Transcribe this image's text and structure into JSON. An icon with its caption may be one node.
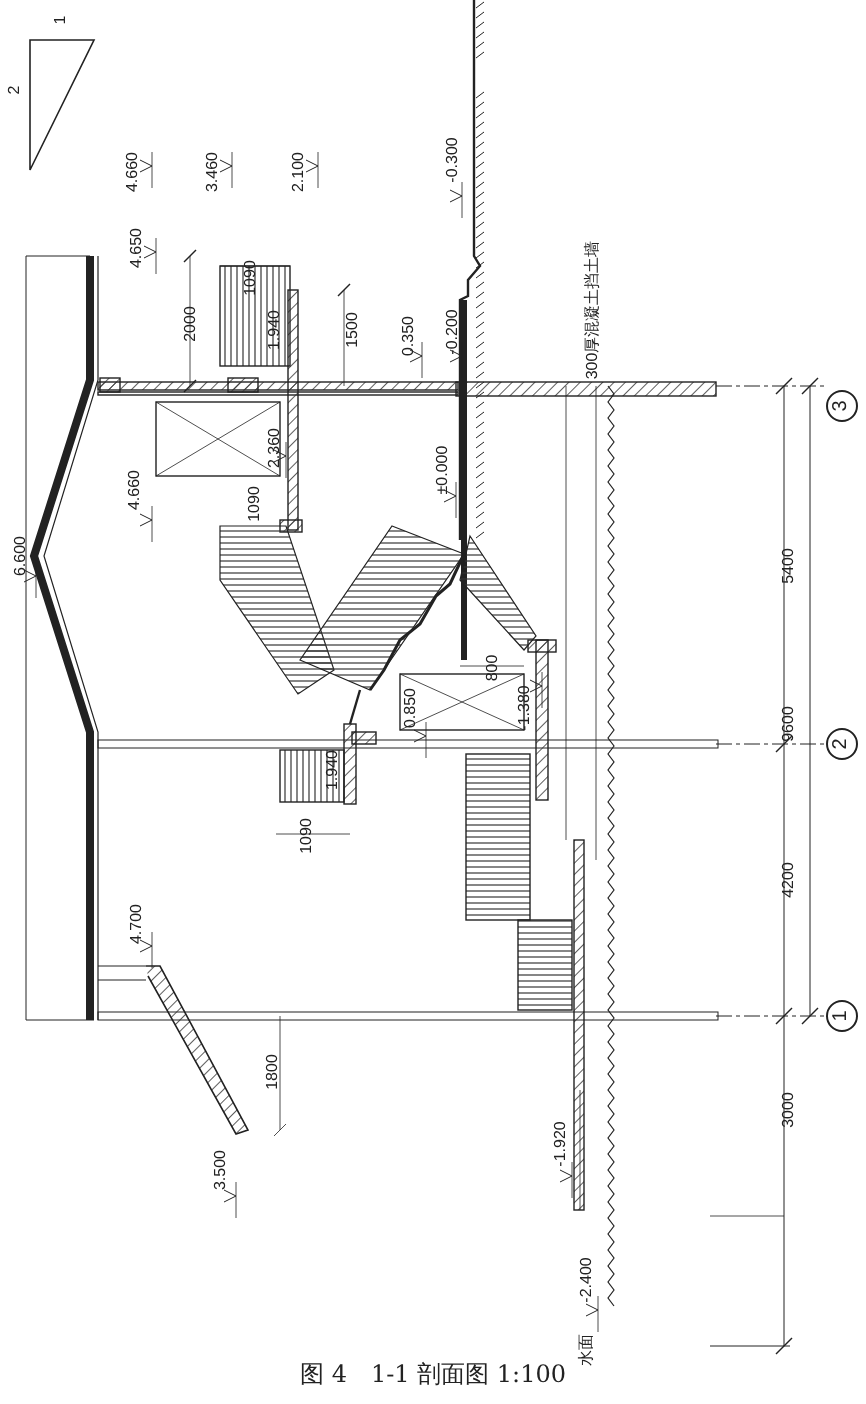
{
  "diagram": {
    "caption": "图 4　1-1 剖面图 1:100",
    "nodes": [
      {
        "text": [
          "3"
        ]
      },
      {
        "text": [
          "2"
        ]
      },
      {
        "text": [
          "1"
        ]
      }
    ],
    "edges": [],
    "labels": [
      "1",
      "2",
      "4.660",
      "3.460",
      "2.100",
      "-0.300",
      "4.650",
      "2000",
      "1090",
      "1.940",
      "1500",
      "0.350",
      "-0.200",
      "300厚混凝土挡土墙",
      "2.360",
      "4.660",
      "1090",
      "±0.000",
      "6.600",
      "800",
      "0.850",
      "-1.380",
      "5400",
      "9600",
      "1.940",
      "1090",
      "4200",
      "4.700",
      "1800",
      "3000",
      "3.500",
      "-1.920",
      "-2.400",
      "水面"
    ]
  }
}
